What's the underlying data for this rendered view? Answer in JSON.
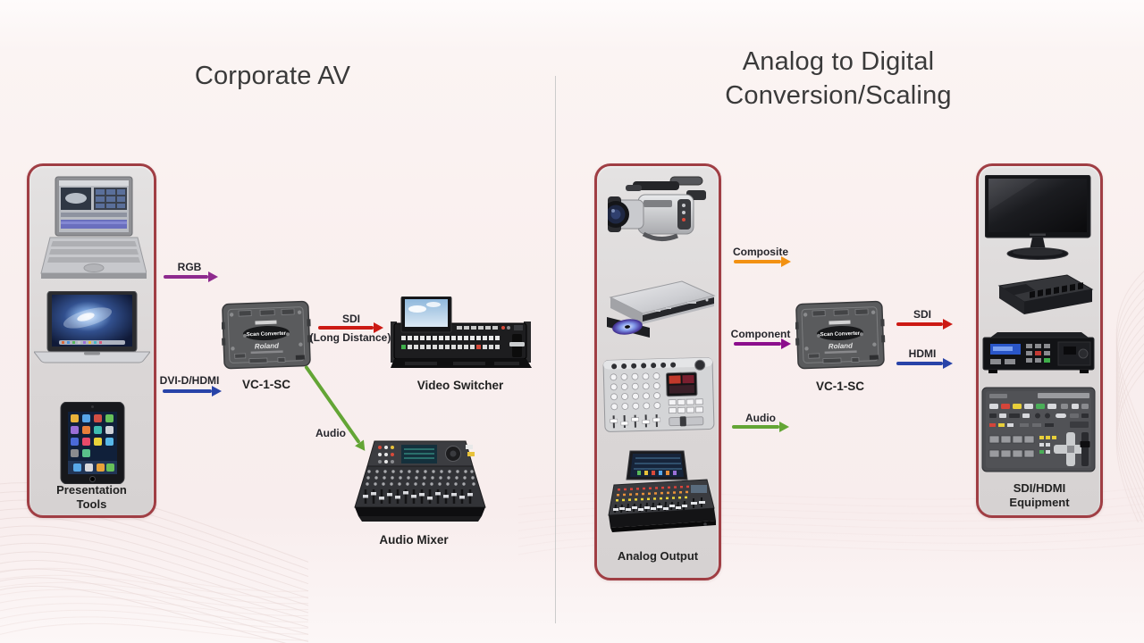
{
  "titles": {
    "left": "Corporate AV",
    "right_line1": "Analog to Digital",
    "right_line2": "Conversion/Scaling"
  },
  "corporate_av": {
    "sources": {
      "label_line1": "Presentation",
      "label_line2": "Tools",
      "devices": [
        "editing-laptop",
        "macbook",
        "ipad"
      ]
    },
    "converter": {
      "label": "VC-1-SC",
      "badge": "Scan Converter",
      "brand": "Roland"
    },
    "connections": {
      "rgb": {
        "label": "RGB",
        "color": "#8e2a8e"
      },
      "dvi": {
        "label": "DVI-D/HDMI",
        "color": "#2843a8"
      },
      "sdi": {
        "label": "SDI",
        "sublabel": "(Long Distance)",
        "color": "#cc1a14"
      },
      "audio": {
        "label": "Audio",
        "color": "#63a535"
      }
    },
    "video_switcher_label": "Video Switcher",
    "audio_mixer_label": "Audio Mixer"
  },
  "analog_to_digital": {
    "sources": {
      "label": "Analog Output",
      "devices": [
        "camcorder",
        "dvd-player",
        "av-mixer",
        "digital-mixer"
      ]
    },
    "converter": {
      "label": "VC-1-SC",
      "badge": "Scan Converter",
      "brand": "Roland"
    },
    "connections": {
      "composite": {
        "label": "Composite",
        "color": "#f29111"
      },
      "component": {
        "label": "Component",
        "color": "#8c0e8c"
      },
      "audio": {
        "label": "Audio",
        "color": "#63a535"
      },
      "sdi": {
        "label": "SDI",
        "color": "#cc1a14"
      },
      "hdmi": {
        "label": "HDMI",
        "color": "#2843a8"
      }
    },
    "equipment": {
      "label_line1": "SDI/HDMI",
      "label_line2": "Equipment",
      "devices": [
        "lcd-monitor",
        "media-player-box",
        "video-deck",
        "v-40hd-switcher"
      ]
    }
  },
  "style": {
    "background": "#f9efee",
    "group_box_border": "#a03e44",
    "group_box_fill": "#dad6d6",
    "divider": "#cccccc",
    "title_color": "#3a3a3a",
    "label_color": "#26262c"
  }
}
